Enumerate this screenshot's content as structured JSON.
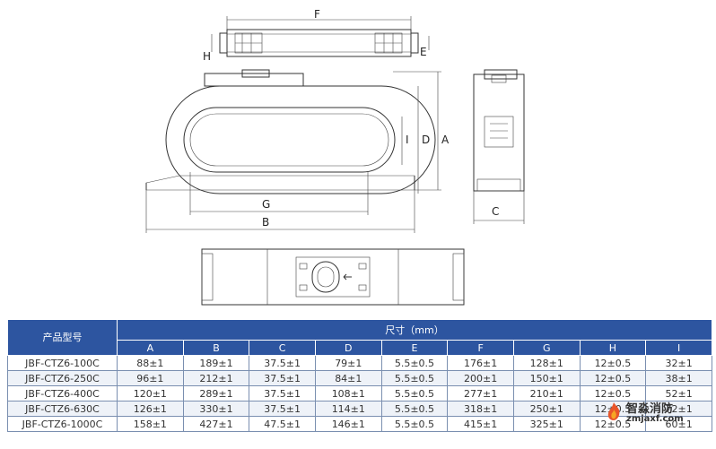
{
  "drawing": {
    "dim_labels": {
      "top_f": "F",
      "top_h": "H",
      "top_e": "E",
      "front_a": "A",
      "front_d": "D",
      "front_i": "I",
      "front_g": "G",
      "front_b": "B",
      "side_c": "C"
    }
  },
  "table": {
    "model_header": "产品型号",
    "size_header": "尺寸（mm）",
    "columns": [
      "A",
      "B",
      "C",
      "D",
      "E",
      "F",
      "G",
      "H",
      "I"
    ],
    "rows": [
      {
        "model": "JBF-CTZ6-100C",
        "values": [
          "88±1",
          "189±1",
          "37.5±1",
          "79±1",
          "5.5±0.5",
          "176±1",
          "128±1",
          "12±0.5",
          "32±1"
        ]
      },
      {
        "model": "JBF-CTZ6-250C",
        "values": [
          "96±1",
          "212±1",
          "37.5±1",
          "84±1",
          "5.5±0.5",
          "200±1",
          "150±1",
          "12±0.5",
          "38±1"
        ]
      },
      {
        "model": "JBF-CTZ6-400C",
        "values": [
          "120±1",
          "289±1",
          "37.5±1",
          "108±1",
          "5.5±0.5",
          "277±1",
          "210±1",
          "12±0.5",
          "52±1"
        ]
      },
      {
        "model": "JBF-CTZ6-630C",
        "values": [
          "126±1",
          "330±1",
          "37.5±1",
          "114±1",
          "5.5±0.5",
          "318±1",
          "250±1",
          "12±0.5",
          "72±1"
        ]
      },
      {
        "model": "JBF-CTZ6-1000C",
        "values": [
          "158±1",
          "427±1",
          "47.5±1",
          "146±1",
          "5.5±0.5",
          "415±1",
          "325±1",
          "12±0.5",
          "60±1"
        ]
      }
    ]
  },
  "watermark": {
    "name": "智淼消防",
    "url": "zmjaxf.com"
  }
}
